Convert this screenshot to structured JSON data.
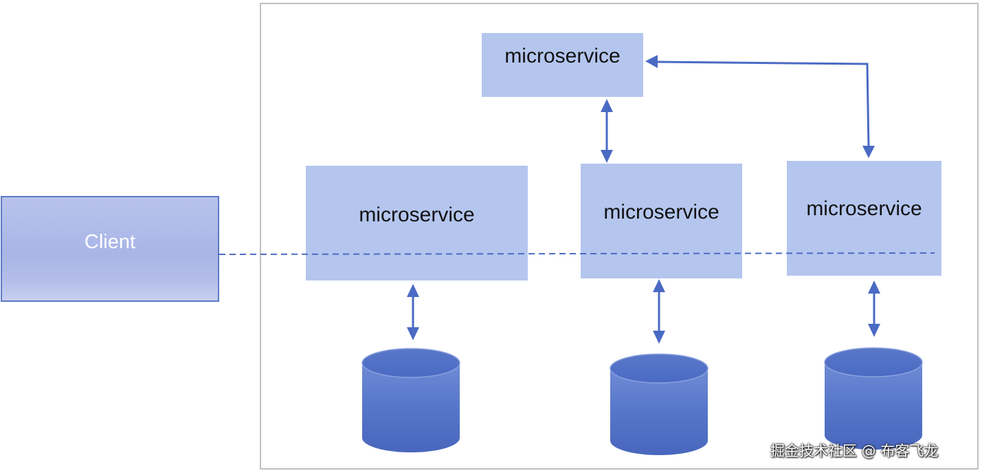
{
  "client": {
    "label": "Client"
  },
  "services": [
    {
      "label": "microservice"
    },
    {
      "label": "microservice"
    },
    {
      "label": "microservice"
    },
    {
      "label": "microservice"
    }
  ],
  "colors": {
    "service_fill": "#b4c6ee",
    "line": "#4a6ac4",
    "database": "#4a6ac4",
    "frame_border": "#bfbfbf"
  },
  "watermark": "掘金技术社区 @ 布客飞龙"
}
